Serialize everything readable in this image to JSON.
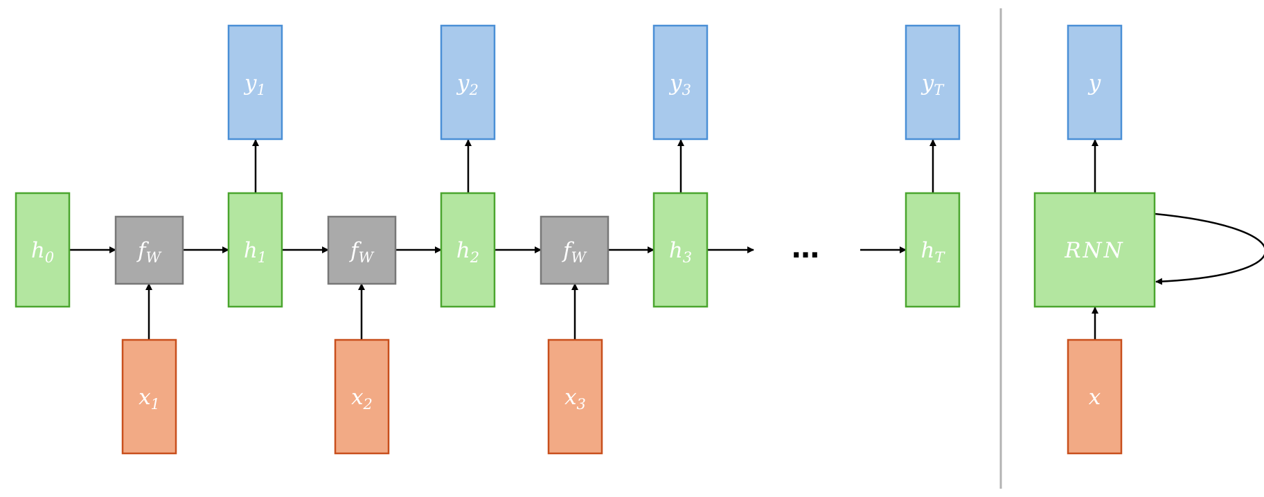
{
  "colors": {
    "hidden_fill": "#b3e6a0",
    "hidden_stroke": "#4aa52e",
    "output_fill": "#a8c9ec",
    "output_stroke": "#4a8fd6",
    "input_fill": "#f2aa85",
    "input_stroke": "#c84f1c",
    "func_fill": "#aaaaaa",
    "func_stroke": "#777777",
    "divider": "#b3b3b3",
    "arrow": "#000000"
  },
  "unrolled": {
    "hidden": [
      {
        "base": "h",
        "sub": "0"
      },
      {
        "base": "h",
        "sub": "1"
      },
      {
        "base": "h",
        "sub": "2"
      },
      {
        "base": "h",
        "sub": "3"
      },
      {
        "base": "h",
        "sub": "T"
      }
    ],
    "outputs": [
      {
        "base": "y",
        "sub": "1"
      },
      {
        "base": "y",
        "sub": "2"
      },
      {
        "base": "y",
        "sub": "3"
      },
      {
        "base": "y",
        "sub": "T"
      }
    ],
    "inputs": [
      {
        "base": "x",
        "sub": "1"
      },
      {
        "base": "x",
        "sub": "2"
      },
      {
        "base": "x",
        "sub": "3"
      }
    ],
    "functions": [
      {
        "base": "f",
        "sub": "W"
      },
      {
        "base": "f",
        "sub": "W"
      },
      {
        "base": "f",
        "sub": "W"
      }
    ],
    "ellipsis": "…"
  },
  "rolled": {
    "cell": "RNN",
    "output": "y",
    "input": "x"
  }
}
